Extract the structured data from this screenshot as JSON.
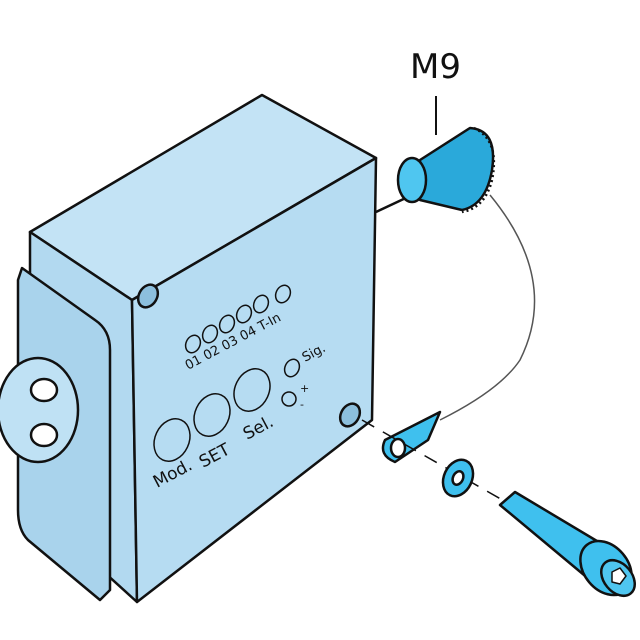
{
  "connector_label": "M9",
  "panel": {
    "leds": "01 02 03 04 T-In",
    "sig": "Sig.",
    "mod": "Mod.",
    "set": "SET",
    "sel": "Sel.",
    "plus": "+",
    "minus": "-"
  },
  "colors": {
    "body": "#b6dcf2",
    "part": "#3fc0ee",
    "outline": "#111111"
  }
}
